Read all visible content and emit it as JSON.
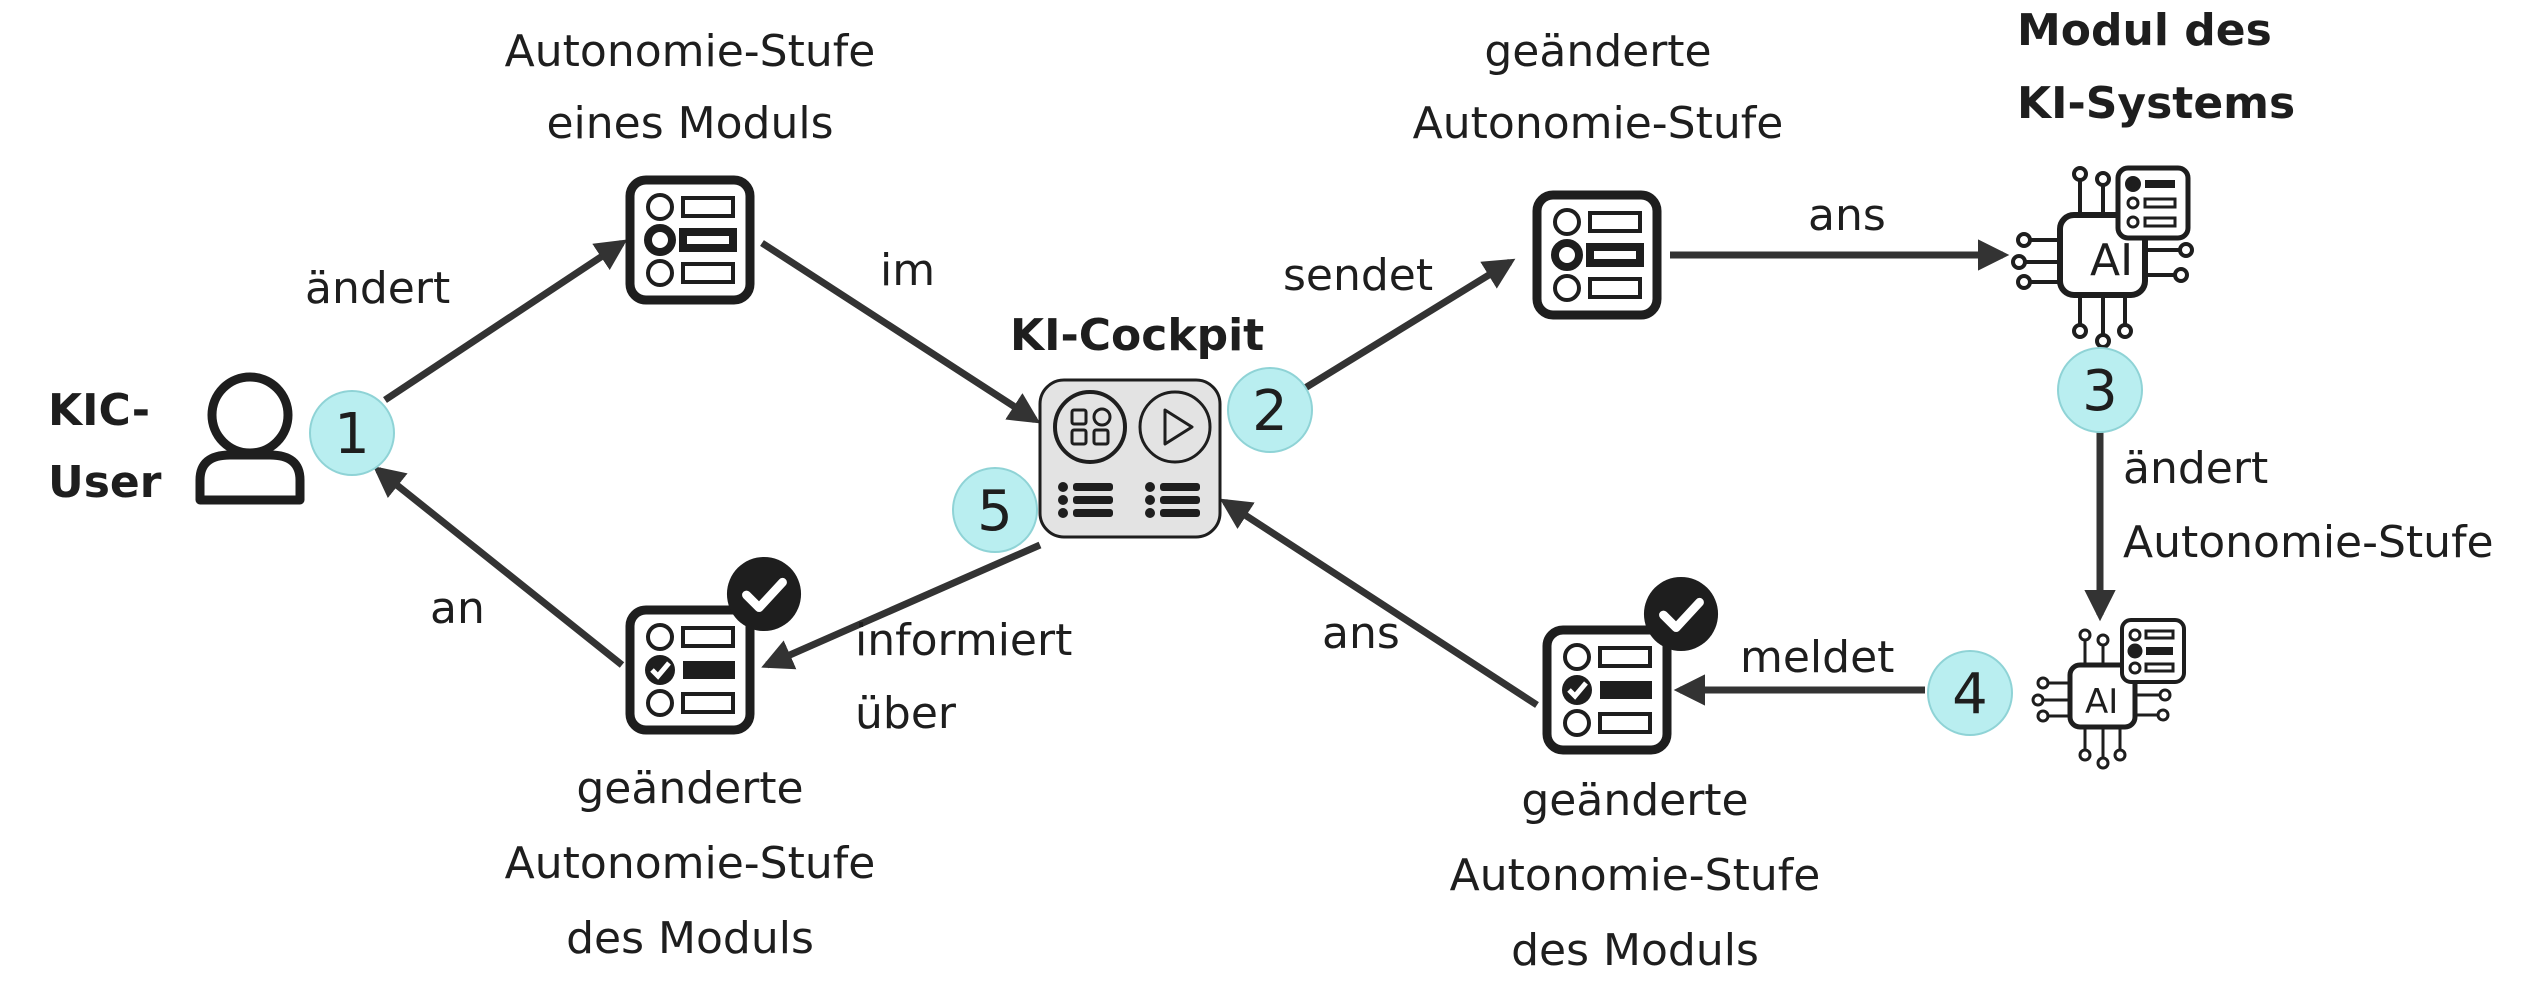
{
  "user": {
    "label_line1": "KIC-",
    "label_line2": "User"
  },
  "cockpit": {
    "title": "KI-Cockpit"
  },
  "module": {
    "title_line1": "Modul des",
    "title_line2": "KI-Systems",
    "chip_text": "AI"
  },
  "steps": [
    "1",
    "2",
    "3",
    "4",
    "5"
  ],
  "captions": {
    "top_left": [
      "Autonomie-Stufe",
      "eines Moduls"
    ],
    "top_right": [
      "geänderte",
      "Autonomie-Stufe"
    ],
    "bottom_left": [
      "geänderte",
      "Autonomie-Stufe",
      "des Moduls"
    ],
    "bottom_right": [
      "geänderte",
      "Autonomie-Stufe",
      "des Moduls"
    ]
  },
  "edges": {
    "aendert": "ändert",
    "im": "im",
    "sendet": "sendet",
    "ans_top": "ans",
    "aendert_right": "ändert",
    "autonomie_right": "Autonomie-Stufe",
    "meldet": "meldet",
    "ans_bottom": "ans",
    "informiert": "informiert",
    "ueber": "über",
    "an": "an"
  },
  "colors": {
    "step_fill": "#b9eef0",
    "step_stroke": "#8fd3d6",
    "line": "#333333",
    "icon": "#1e1e1e",
    "cockpit_fill": "#e3e3e3"
  }
}
